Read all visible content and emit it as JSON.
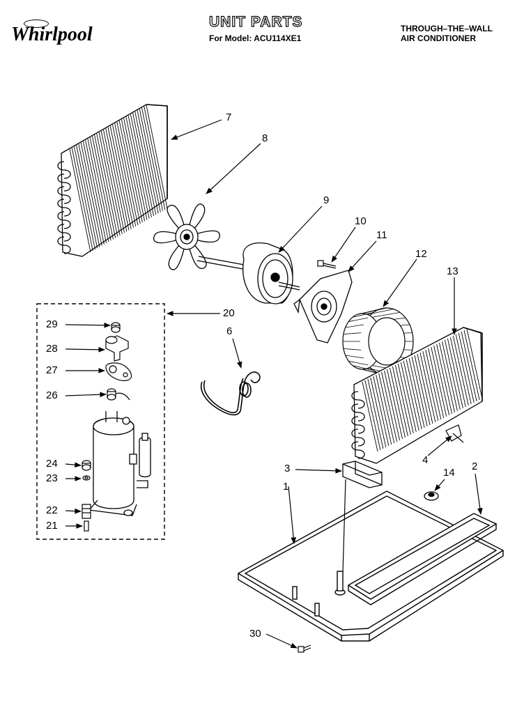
{
  "header": {
    "brand": "Whirlpool",
    "title": "UNIT PARTS",
    "model_line": "For Model: ACU114XE1",
    "product_type_line1": "THROUGH–THE–WALL",
    "product_type_line2": "AIR CONDITIONER"
  },
  "callouts": [
    "7",
    "8",
    "9",
    "10",
    "11",
    "12",
    "13",
    "20",
    "29",
    "28",
    "27",
    "26",
    "24",
    "23",
    "22",
    "21",
    "6",
    "3",
    "4",
    "14",
    "2",
    "1",
    "30"
  ],
  "colors": {
    "ink": "#000000",
    "paper": "#ffffff",
    "shade": "#d8d8d8"
  }
}
